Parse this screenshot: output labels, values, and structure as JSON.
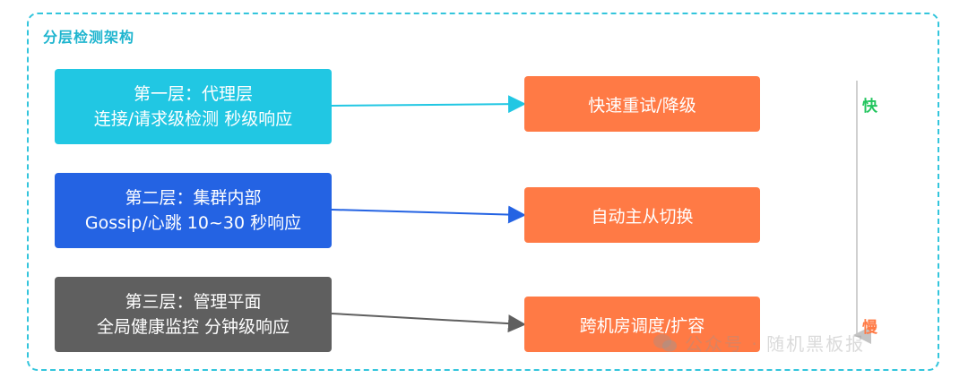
{
  "frame": {
    "title": "分层检测架构"
  },
  "layers": [
    {
      "line1": "第一层：代理层",
      "line2": "连接/请求级检测 秒级响应",
      "color": "#21c7e3"
    },
    {
      "line1": "第二层：集群内部",
      "line2": "Gossip/心跳 10~30 秒响应",
      "color": "#2463e3"
    },
    {
      "line1": "第三层：管理平面",
      "line2": "全局健康监控 分钟级响应",
      "color": "#5f5f5f"
    }
  ],
  "actions": [
    {
      "label": "快速重试/降级"
    },
    {
      "label": "自动主从切换"
    },
    {
      "label": "跨机房调度/扩容"
    }
  ],
  "action_color": "#ff7a45",
  "speed_axis": {
    "fast_label": "快",
    "slow_label": "慢"
  },
  "watermark": {
    "text": "公众号 · 随机黑板报",
    "icon": "wechat-icon"
  }
}
